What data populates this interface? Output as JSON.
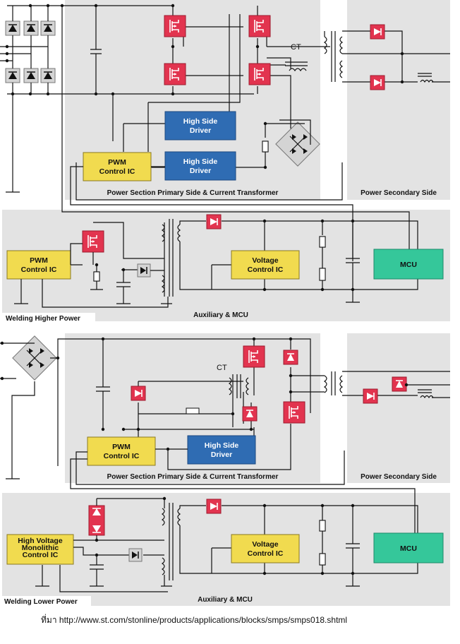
{
  "top_diagram": {
    "power_section_label": "Power Section Primary Side & Current Transformer",
    "secondary_label": "Power Secondary Side",
    "aux_label": "Auxiliary & MCU",
    "ct_label": "CT",
    "pwm_label_1": "PWM",
    "pwm_label_2": "Control IC",
    "high_side_driver_1": "High Side",
    "high_side_driver_2": "Driver",
    "aux_pwm_1": "PWM",
    "aux_pwm_2": "Control IC",
    "voltage_ic_1": "Voltage",
    "voltage_ic_2": "Control IC",
    "mcu_label": "MCU",
    "title": "Welding Higher Power"
  },
  "bottom_diagram": {
    "power_section_label": "Power Section Primary Side & Current Transformer",
    "secondary_label": "Power Secondary Side",
    "aux_label": "Auxiliary & MCU",
    "ct_label": "CT",
    "pwm_label_1": "PWM",
    "pwm_label_2": "Control IC",
    "high_side_driver_1": "High Side",
    "high_side_driver_2": "Driver",
    "hv_ic_1": "High Voltage",
    "hv_ic_2": "Monolithic",
    "hv_ic_3": "Control IC",
    "voltage_ic_1": "Voltage",
    "voltage_ic_2": "Control IC",
    "mcu_label": "MCU",
    "title": "Welding Lower Power"
  },
  "footer": {
    "source": "ที่มา http://www.st.com/stonline/products/applications/blocks/smps/smps018.shtml"
  }
}
